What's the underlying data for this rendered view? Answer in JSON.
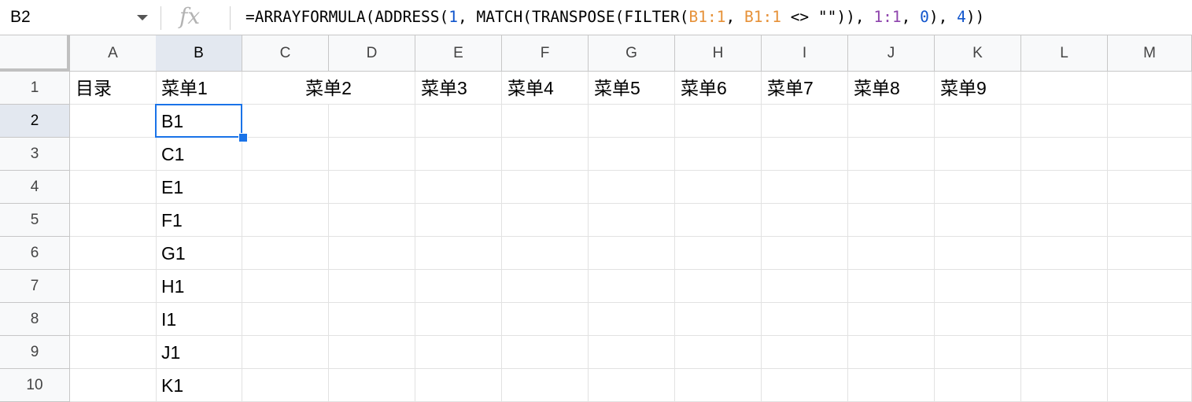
{
  "name_box": {
    "ref": "B2"
  },
  "formula_bar": {
    "fx": "fx",
    "tokens": [
      {
        "text": "=ARRAYFORMULA(ADDRESS(",
        "kind": "plain"
      },
      {
        "text": "1",
        "kind": "num"
      },
      {
        "text": ", MATCH(TRANSPOSE(FILTER(",
        "kind": "plain"
      },
      {
        "text": "B1:1",
        "kind": "ref"
      },
      {
        "text": ", ",
        "kind": "plain"
      },
      {
        "text": "B1:1",
        "kind": "ref"
      },
      {
        "text": " <> \"\")), ",
        "kind": "plain"
      },
      {
        "text": "1:1",
        "kind": "row"
      },
      {
        "text": ", ",
        "kind": "plain"
      },
      {
        "text": "0",
        "kind": "num"
      },
      {
        "text": "), ",
        "kind": "plain"
      },
      {
        "text": "4",
        "kind": "num"
      },
      {
        "text": "))",
        "kind": "plain"
      }
    ]
  },
  "columns": [
    "A",
    "B",
    "C",
    "D",
    "E",
    "F",
    "G",
    "H",
    "I",
    "J",
    "K",
    "L",
    "M"
  ],
  "rows": [
    "1",
    "2",
    "3",
    "4",
    "5",
    "6",
    "7",
    "8",
    "9",
    "10"
  ],
  "active_col": "B",
  "active_row": "2",
  "row1": {
    "A": "目录",
    "B": "菜单1",
    "CD": "菜单2",
    "E": "菜单3",
    "F": "菜单4",
    "G": "菜单5",
    "H": "菜单6",
    "I": "菜单7",
    "J": "菜单8",
    "K": "菜单9"
  },
  "col_b_values": [
    "B1",
    "C1",
    "E1",
    "F1",
    "G1",
    "H1",
    "I1",
    "J1",
    "K1"
  ],
  "colors": {
    "selection": "#1a73e8",
    "num": "#1155cc",
    "ref": "#e69138",
    "row_ref": "#8e44ad"
  }
}
